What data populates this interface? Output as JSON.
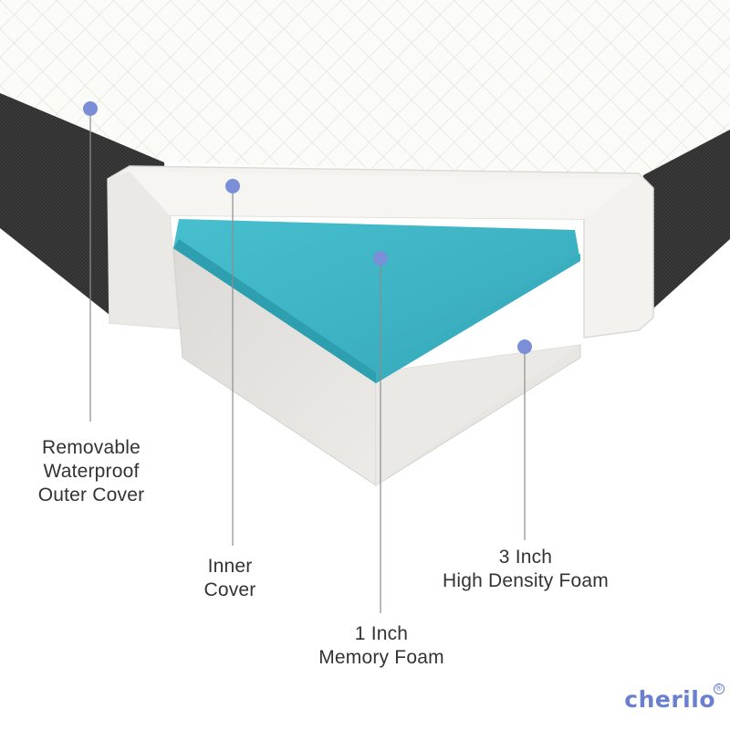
{
  "callouts": {
    "outer_cover": [
      "Removable",
      "Waterproof",
      "Outer Cover"
    ],
    "inner_cover": [
      "Inner",
      "Cover"
    ],
    "memory_foam": [
      "1 Inch",
      "Memory Foam"
    ],
    "high_density_foam": [
      "3 Inch",
      "High Density Foam"
    ]
  },
  "brand": {
    "name": "Cherilo",
    "wordmark": "cherilo",
    "mark": "®"
  },
  "colors": {
    "memory_foam": "#3fb6c6",
    "outer_cover": "#3a3a3a",
    "inner_cover": "#f1f0ed",
    "base_foam": "#e5e3df",
    "callout_dot": "#7a8fd8",
    "callout_line": "#8d8d8d",
    "brand": "#6a80cf"
  }
}
